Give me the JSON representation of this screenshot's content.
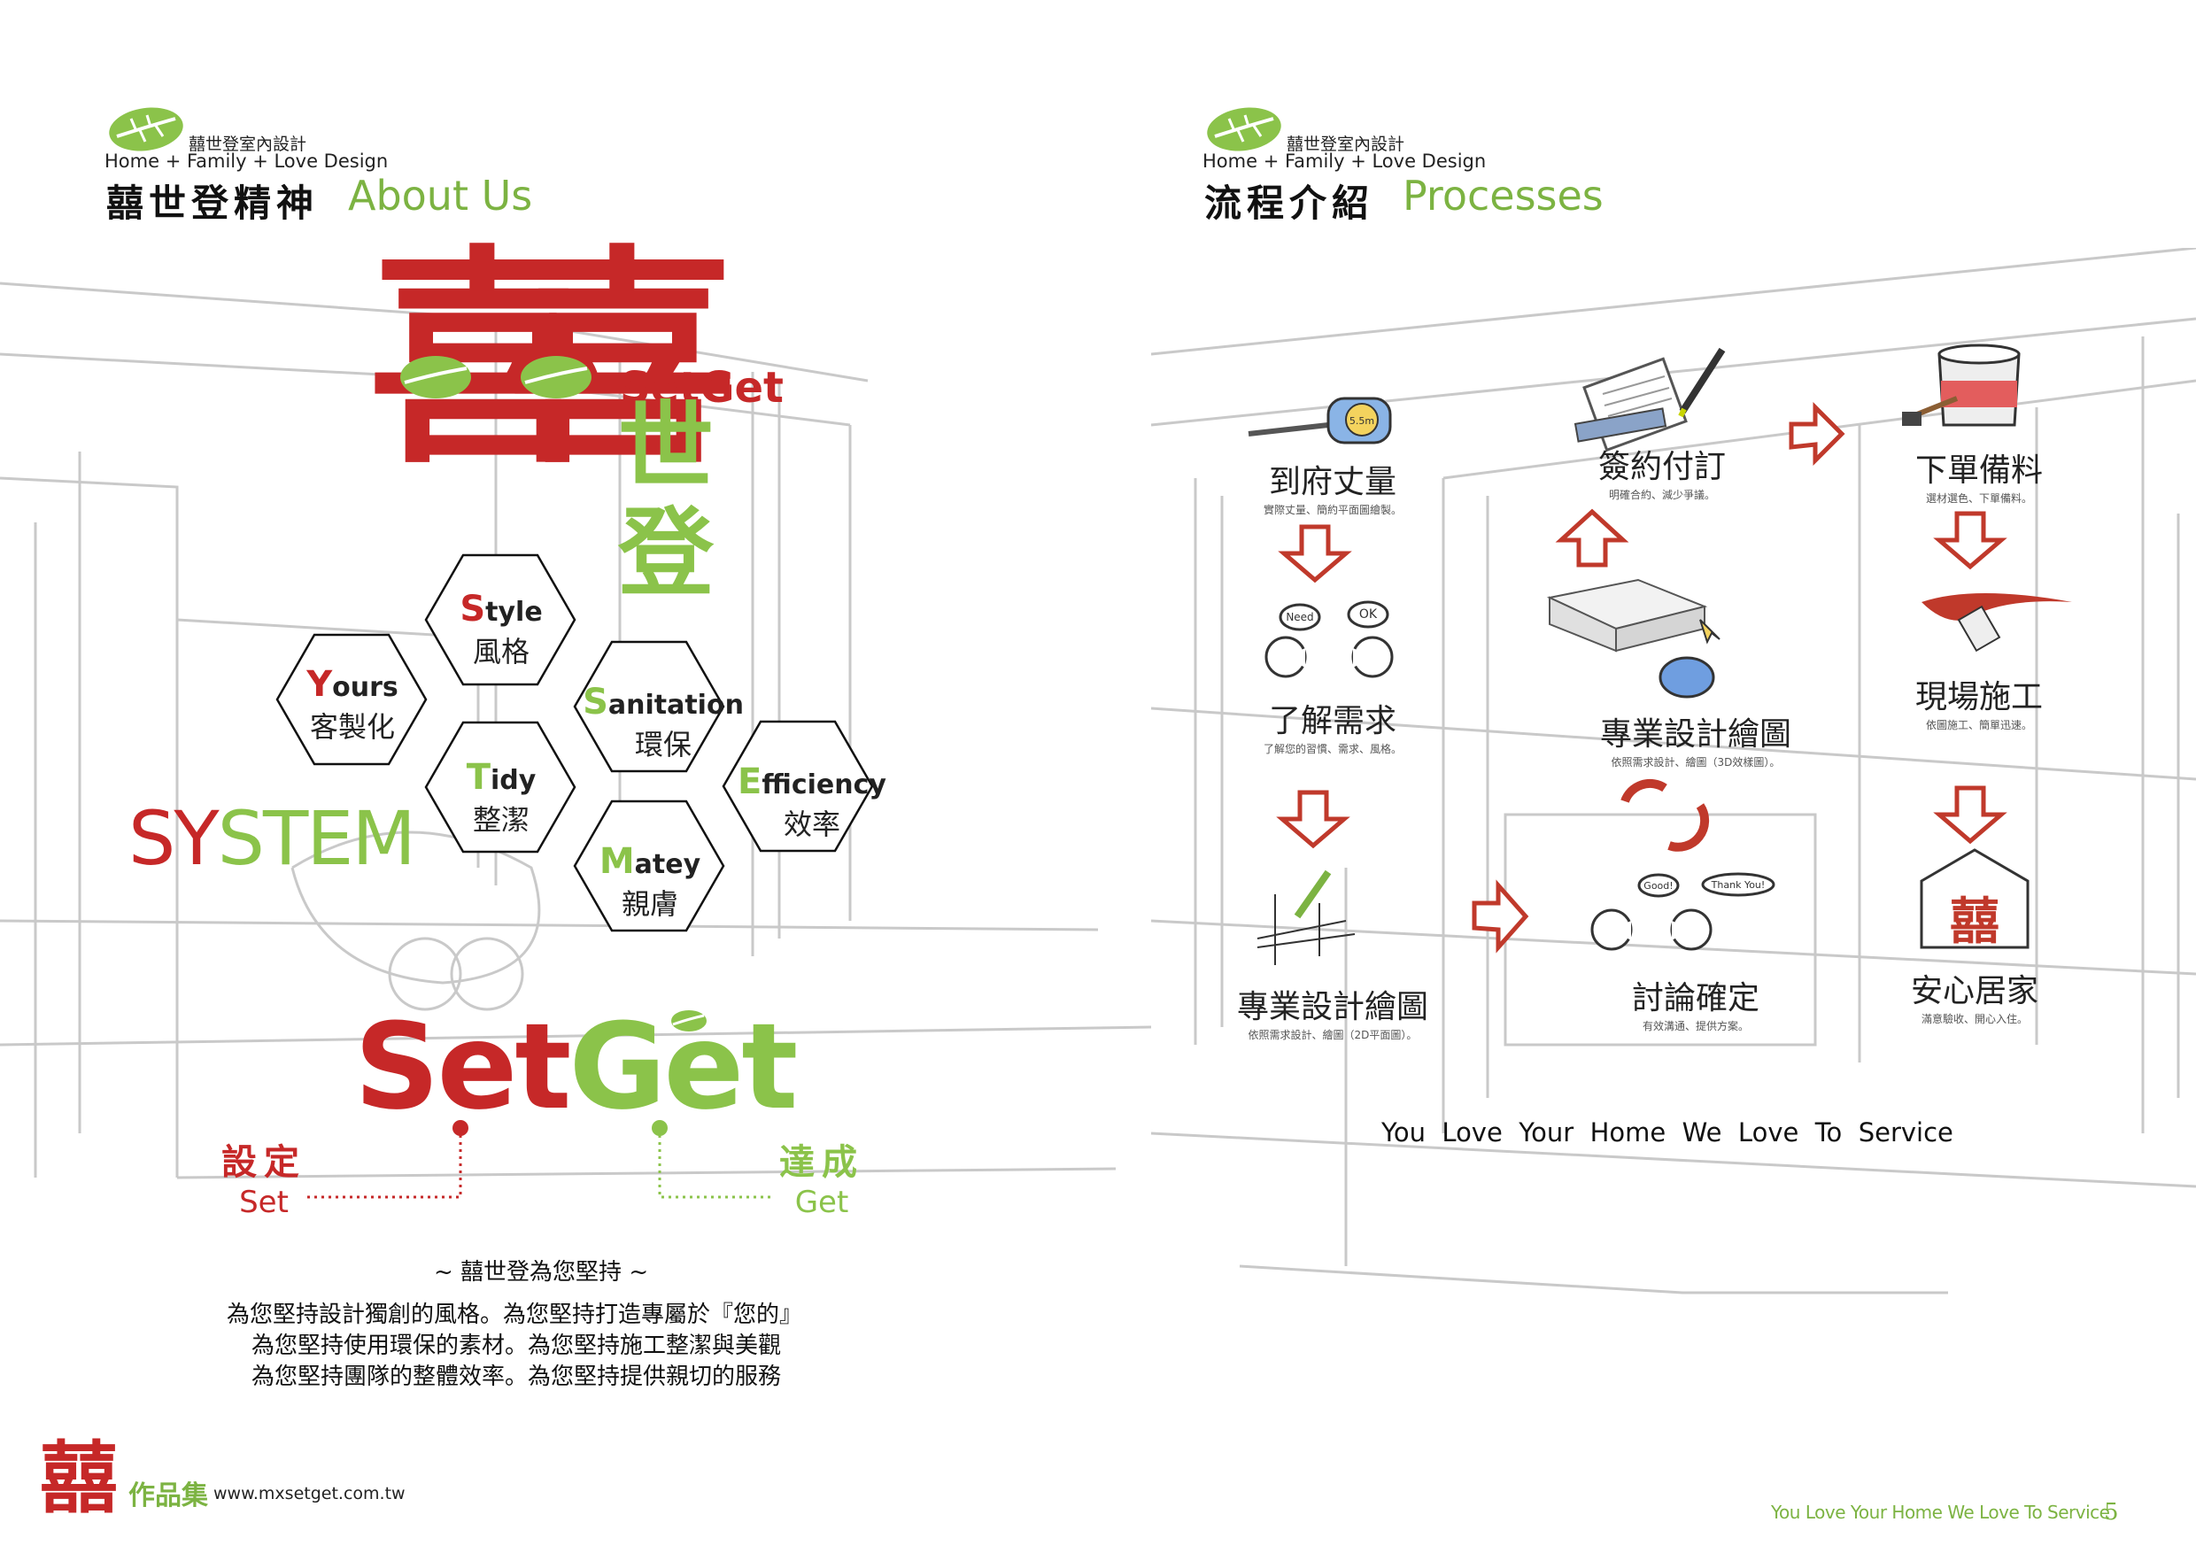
{
  "left_page": {
    "brand": {
      "company": "囍世登室內設計",
      "tagline": "Home + Family + Love Design"
    },
    "heading_cn": "囍世登精神",
    "heading_en": "About Us",
    "logo": {
      "char": "喜",
      "setget": "SetGet",
      "cn": "世登"
    },
    "system_label": {
      "red": "SY",
      "green": "STEM"
    },
    "hexagons": [
      {
        "initial": "Y",
        "rest": "ours",
        "cn": "客製化"
      },
      {
        "initial": "S",
        "rest": "tyle",
        "cn": "風格"
      },
      {
        "initial": "S",
        "rest": "anitation",
        "cn": "環保"
      },
      {
        "initial": "T",
        "rest": "idy",
        "cn": "整潔"
      },
      {
        "initial": "E",
        "rest": "fficiency",
        "cn": "效率"
      },
      {
        "initial": "M",
        "rest": "atey",
        "cn": "親膚"
      }
    ],
    "setget_big": {
      "set": "Set",
      "get": "Get"
    },
    "set_label": {
      "cn": "設定",
      "en": "Set"
    },
    "get_label": {
      "cn": "達成",
      "en": "Get"
    },
    "persist_title": "~ 囍世登為您堅持 ~",
    "persist_lines": [
      "為您堅持設計獨創的風格。為您堅持打造專屬於『您的』",
      "為您堅持使用環保的素材。為您堅持施工整潔與美觀",
      "為您堅持團隊的整體效率。為您堅持提供親切的服務"
    ],
    "footer": {
      "logo_char": "囍",
      "label": "作品集",
      "url": "www.mxsetget.com.tw"
    }
  },
  "right_page": {
    "brand": {
      "company": "囍世登室內設計",
      "tagline": "Home + Family + Love Design"
    },
    "heading_cn": "流程介紹",
    "heading_en": "Processes",
    "tape_label": "5.5m",
    "need_label": "Need",
    "ok_label": "OK",
    "good_label": "Good!",
    "thankyou_label": "Thank You!",
    "steps": [
      {
        "title": "到府丈量",
        "sub": "實際丈量、簡約平面圖繪製。"
      },
      {
        "title": "了解需求",
        "sub": "了解您的習慣、需求、風格。"
      },
      {
        "title": "專業設計繪圖",
        "sub": "依照需求設計、繪圖（2D平面圖）。"
      },
      {
        "title": "討論確定",
        "sub": "有效溝通、提供方案。"
      },
      {
        "title": "專業設計繪圖",
        "sub": "依照需求設計、繪圖（3D效樣圖）。"
      },
      {
        "title": "簽約付訂",
        "sub": "明確合約、減少爭議。"
      },
      {
        "title": "下單備料",
        "sub": "選材選色、下單備料。"
      },
      {
        "title": "現場施工",
        "sub": "依圖施工、簡單迅速。"
      },
      {
        "title": "安心居家",
        "sub": "滿意驗收、開心入住。"
      }
    ],
    "house_char": "囍",
    "slogan": "You  Love  Your  Home  We  Love  To  Service",
    "footer_slogan": "You Love Your Home We Love To Service",
    "page_number": "5"
  },
  "colors": {
    "brand_red": "#c62828",
    "brand_green": "#8bc34a",
    "arrow_red": "#c0392b"
  }
}
